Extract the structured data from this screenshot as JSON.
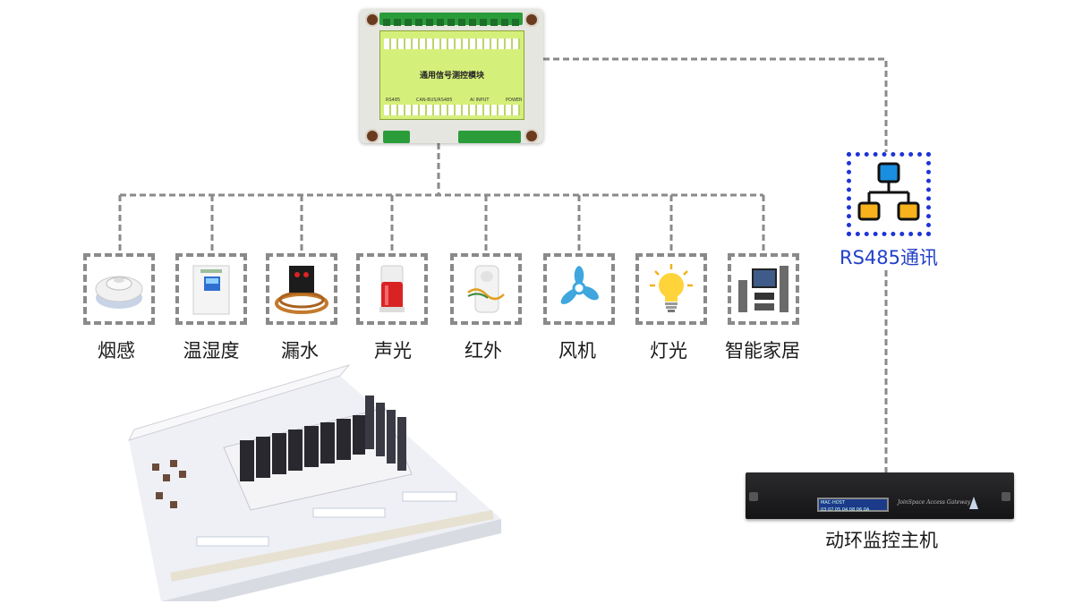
{
  "module": {
    "title": "通用信号测控模块",
    "labels": [
      "RS485",
      "CAN-BUS/RS485",
      "AI INPUT",
      "POWER"
    ]
  },
  "devices": [
    {
      "name": "烟感",
      "icon": "smoke-detector-icon"
    },
    {
      "name": "温湿度",
      "icon": "thermo-hygrometer-icon"
    },
    {
      "name": "漏水",
      "icon": "water-leak-sensor-icon"
    },
    {
      "name": "声光",
      "icon": "alarm-light-icon"
    },
    {
      "name": "红外",
      "icon": "infrared-sensor-icon"
    },
    {
      "name": "风机",
      "icon": "fan-icon"
    },
    {
      "name": "灯光",
      "icon": "light-bulb-icon"
    },
    {
      "name": "智能家居",
      "icon": "smart-home-icon"
    }
  ],
  "network": {
    "label": "RS485通讯",
    "icon": "network-topology-icon",
    "color": "#1f33d8"
  },
  "host": {
    "label": "动环监控主机",
    "brand": "JoinSpace Access Gateway",
    "lcd_lines": [
      "MAC-HOST",
      "03 07 05 04 08 06 0A"
    ]
  },
  "colors": {
    "wire": "#8a8a8a",
    "module_face": "#d5f07a",
    "terminal": "#2a9d3a",
    "rs_label": "#2340c8"
  }
}
